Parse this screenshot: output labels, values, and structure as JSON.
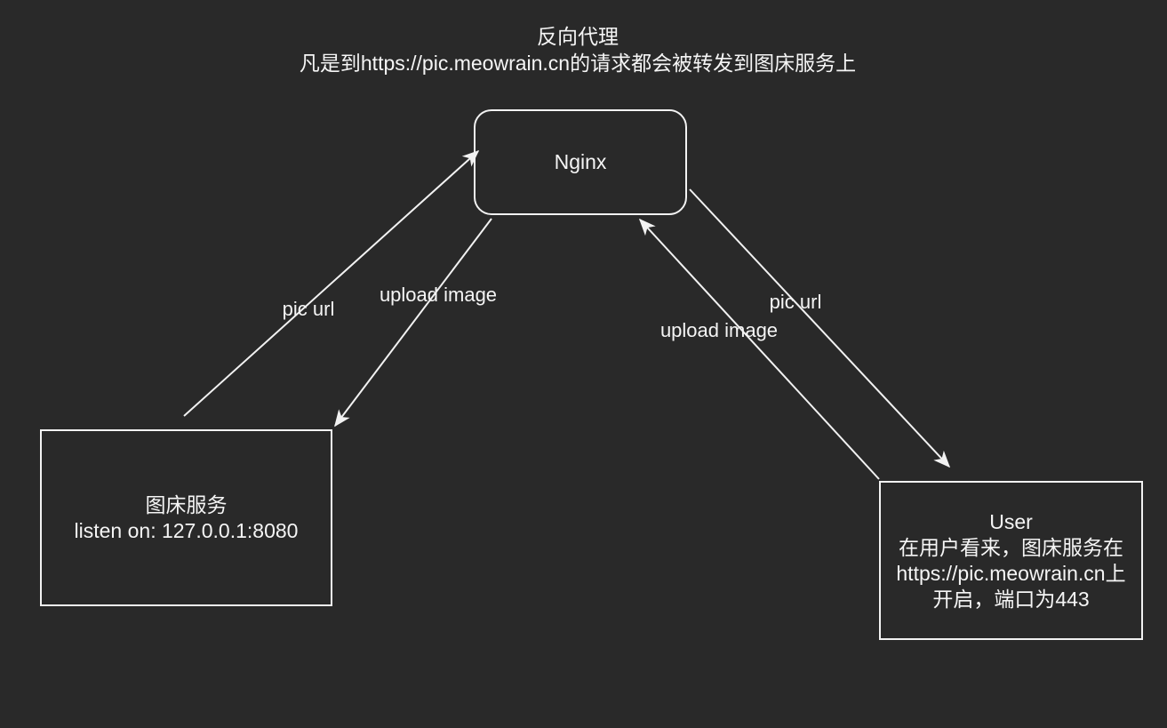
{
  "theme": {
    "background": "#292929",
    "stroke": "#f2f2f2",
    "text": "#f5f5f5"
  },
  "title": {
    "line1": "反向代理",
    "line2": "凡是到https://pic.meowrain.cn的请求都会被转发到图床服务上"
  },
  "nodes": {
    "nginx": {
      "label": "Nginx"
    },
    "image_service": {
      "name": "图床服务",
      "listen": "listen on: 127.0.0.1:8080"
    },
    "user": {
      "name": "User",
      "desc_line1": "在用户看来，图床服务在",
      "desc_line2": "https://pic.meowrain.cn上",
      "desc_line3": "开启，端口为443"
    }
  },
  "edges": {
    "pic_url_left": {
      "label": "pic url"
    },
    "upload_image_left": {
      "label": "upload image"
    },
    "upload_image_right": {
      "label": "upload image"
    },
    "pic_url_right": {
      "label": "pic url"
    }
  }
}
